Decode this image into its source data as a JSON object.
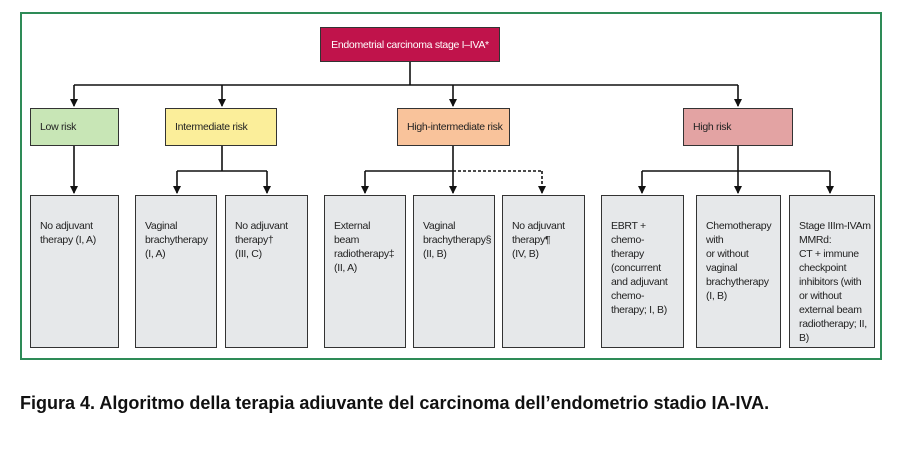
{
  "root": {
    "label": "Endometrial carcinoma stage I–IVA*",
    "color": "#c0134b"
  },
  "risk_groups": [
    {
      "id": "low",
      "label": "Low risk",
      "color": "#c8e6b6"
    },
    {
      "id": "intermediate",
      "label": "Intermediate risk",
      "color": "#fbee9a"
    },
    {
      "id": "high_intermediate",
      "label": "High-intermediate risk",
      "color": "#f9c39b"
    },
    {
      "id": "high",
      "label": "High risk",
      "color": "#e3a3a3"
    }
  ],
  "treatments": [
    {
      "group": "low",
      "text": "No adjuvant\ntherapy (I, A)"
    },
    {
      "group": "intermediate",
      "text": "Vaginal\nbrachytherapy\n(I, A)"
    },
    {
      "group": "intermediate",
      "text": "No adjuvant\ntherapy†\n(III, C)"
    },
    {
      "group": "high_intermediate",
      "text": "External\nbeam\nradiotherapy‡\n(II, A)"
    },
    {
      "group": "high_intermediate",
      "text": "Vaginal\nbrachytherapy§\n(II, B)"
    },
    {
      "group": "high_intermediate",
      "text": "No adjuvant\ntherapy¶\n(IV, B)"
    },
    {
      "group": "high",
      "text": "EBRT + chemo-\ntherapy\n(concurrent\nand adjuvant\nchemo-\ntherapy; I, B)"
    },
    {
      "group": "high",
      "text": "Chemotherapy\nwith\nor without\nvaginal\nbrachytherapy\n(I, B)"
    },
    {
      "group": "high",
      "text": "Stage IIIm-IVAm\nMMRd:\nCT + immune\ncheckpoint\ninhibitors (with\nor without\nexternal beam\nradiotherapy; II, B)"
    }
  ],
  "caption": "Figura 4. Algoritmo della terapia adiuvante del carcinoma dell’endometrio stadio IA-IVA."
}
